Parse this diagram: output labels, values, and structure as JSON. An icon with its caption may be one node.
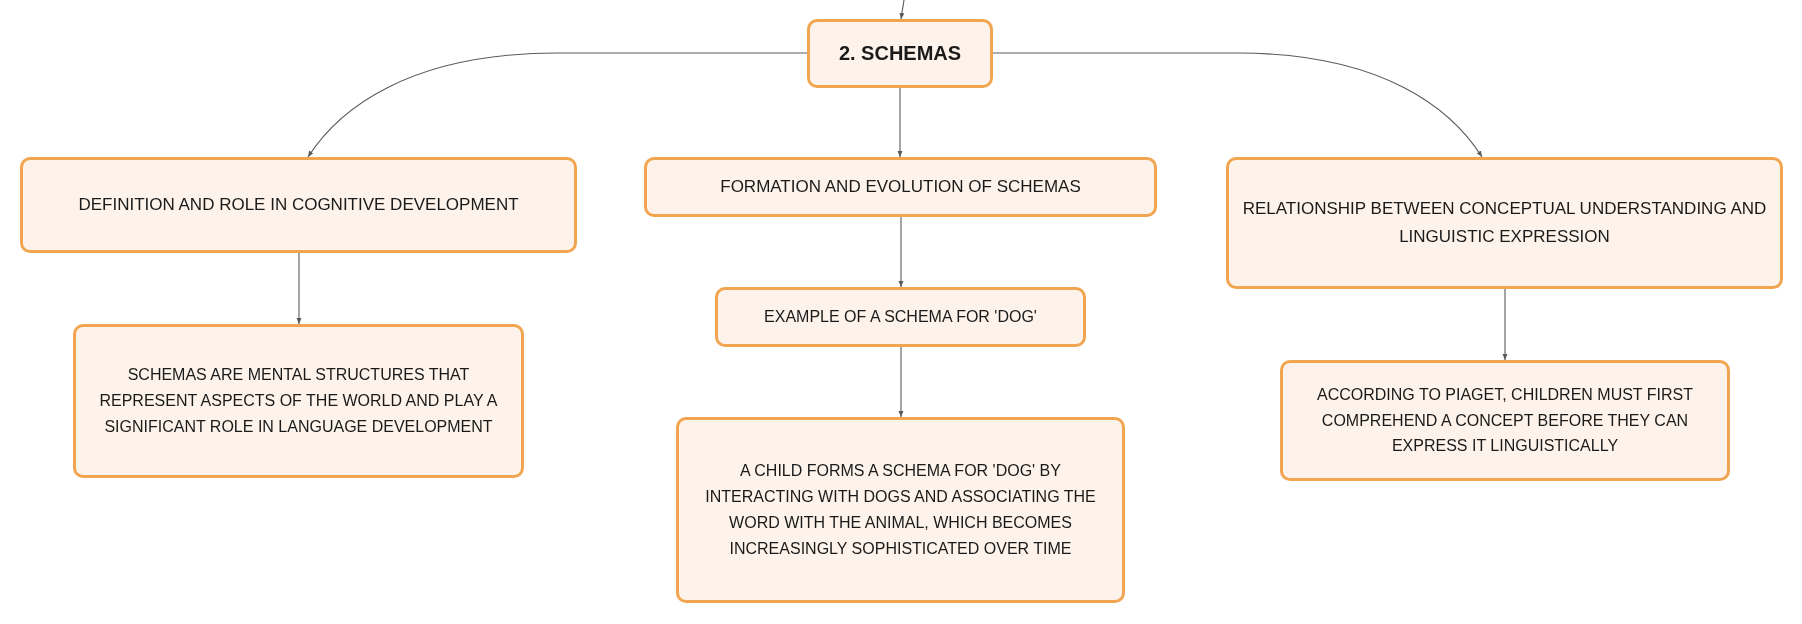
{
  "diagram": {
    "nodes": [
      {
        "text": [
          "2. SCHEMAS"
        ]
      },
      {
        "text": [
          "DEFINITION AND ROLE IN COGNITIVE DEVELOPMENT"
        ]
      },
      {
        "text": [
          "FORMATION AND EVOLUTION OF SCHEMAS"
        ]
      },
      {
        "text": [
          "RELATIONSHIP BETWEEN CONCEPTUAL UNDERSTANDING AND LINGUISTIC EXPRESSION"
        ]
      },
      {
        "text": [
          "SCHEMAS ARE MENTAL STRUCTURES THAT REPRESENT ASPECTS OF THE WORLD AND PLAY A SIGNIFICANT ROLE IN LANGUAGE DEVELOPMENT"
        ]
      },
      {
        "text": [
          "EXAMPLE OF A SCHEMA FOR 'DOG'"
        ]
      },
      {
        "text": [
          "ACCORDING TO PIAGET, CHILDREN MUST FIRST COMPREHEND A CONCEPT BEFORE THEY CAN EXPRESS IT LINGUISTICALLY"
        ]
      },
      {
        "text": [
          "A CHILD FORMS A SCHEMA FOR 'DOG' BY INTERACTING WITH DOGS AND ASSOCIATING THE WORD WITH THE ANIMAL, WHICH BECOMES INCREASINGLY SOPHISTICATED OVER TIME"
        ]
      }
    ],
    "edges": [
      {
        "from": null,
        "to": 0,
        "arrow": "to"
      },
      {
        "from": 0,
        "to": 1,
        "arrow": "to"
      },
      {
        "from": 0,
        "to": 2,
        "arrow": "to"
      },
      {
        "from": 0,
        "to": 3,
        "arrow": "to"
      },
      {
        "from": 1,
        "to": 4,
        "arrow": "to"
      },
      {
        "from": 2,
        "to": 5,
        "arrow": "to"
      },
      {
        "from": 3,
        "to": 6,
        "arrow": "to"
      },
      {
        "from": 5,
        "to": 7,
        "arrow": "to"
      }
    ]
  }
}
